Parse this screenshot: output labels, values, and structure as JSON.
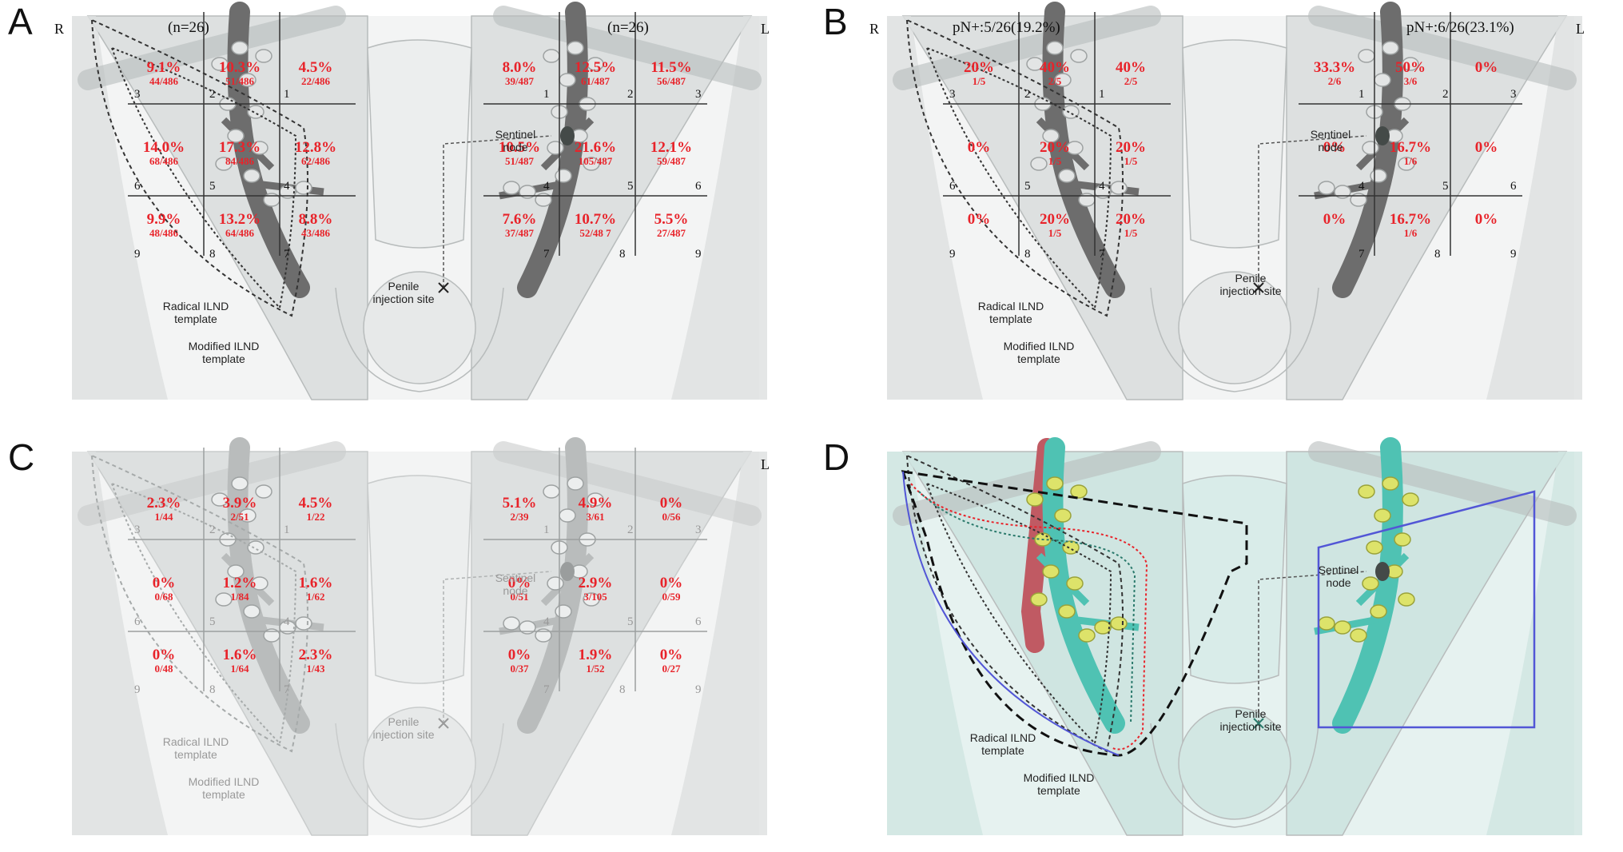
{
  "panels": [
    {
      "label": "A",
      "side_right": "R",
      "side_left": "L",
      "right_header": "(n=26)",
      "left_header": "(n=26)",
      "right_cells": [
        {
          "zone": "3",
          "pct": "9.1%",
          "ratio": "44/486"
        },
        {
          "zone": "2",
          "pct": "10.3%",
          "ratio": "51/486"
        },
        {
          "zone": "1",
          "pct": "4.5%",
          "ratio": "22/486"
        },
        {
          "zone": "6",
          "pct": "14.0%",
          "ratio": "68/486"
        },
        {
          "zone": "5",
          "pct": "17.3%",
          "ratio": "84/486"
        },
        {
          "zone": "4",
          "pct": "12.8%",
          "ratio": "62/486"
        },
        {
          "zone": "9",
          "pct": "9.9%",
          "ratio": "48/486"
        },
        {
          "zone": "8",
          "pct": "13.2%",
          "ratio": "64/486"
        },
        {
          "zone": "7",
          "pct": "8.8%",
          "ratio": "43/486"
        }
      ],
      "left_cells": [
        {
          "zone": "1",
          "pct": "8.0%",
          "ratio": "39/487"
        },
        {
          "zone": "2",
          "pct": "12.5%",
          "ratio": "61/487"
        },
        {
          "zone": "3",
          "pct": "11.5%",
          "ratio": "56/487"
        },
        {
          "zone": "4",
          "pct": "10.5%",
          "ratio": "51/487"
        },
        {
          "zone": "5",
          "pct": "21.6%",
          "ratio": "105/487"
        },
        {
          "zone": "6",
          "pct": "12.1%",
          "ratio": "59/487"
        },
        {
          "zone": "7",
          "pct": "7.6%",
          "ratio": "37/487"
        },
        {
          "zone": "8",
          "pct": "10.7%",
          "ratio": "52/48 7"
        },
        {
          "zone": "9",
          "pct": "5.5%",
          "ratio": "27/487"
        }
      ]
    },
    {
      "label": "B",
      "side_right": "R",
      "side_left": "L",
      "right_header": "pN+:5/26(19.2%)",
      "left_header": "pN+:6/26(23.1%)",
      "right_cells": [
        {
          "zone": "3",
          "pct": "20%",
          "ratio": "1/5"
        },
        {
          "zone": "2",
          "pct": "40%",
          "ratio": "2/5"
        },
        {
          "zone": "1",
          "pct": "40%",
          "ratio": "2/5"
        },
        {
          "zone": "6",
          "pct": "0%",
          "ratio": ""
        },
        {
          "zone": "5",
          "pct": "20%",
          "ratio": "1/5"
        },
        {
          "zone": "4",
          "pct": "20%",
          "ratio": "1/5"
        },
        {
          "zone": "9",
          "pct": "0%",
          "ratio": ""
        },
        {
          "zone": "8",
          "pct": "20%",
          "ratio": "1/5"
        },
        {
          "zone": "7",
          "pct": "20%",
          "ratio": "1/5"
        }
      ],
      "left_cells": [
        {
          "zone": "1",
          "pct": "33.3%",
          "ratio": "2/6"
        },
        {
          "zone": "2",
          "pct": "50%",
          "ratio": "3/6"
        },
        {
          "zone": "3",
          "pct": "0%",
          "ratio": ""
        },
        {
          "zone": "4",
          "pct": "0%",
          "ratio": ""
        },
        {
          "zone": "5",
          "pct": "16.7%",
          "ratio": "1/6"
        },
        {
          "zone": "6",
          "pct": "0%",
          "ratio": ""
        },
        {
          "zone": "7",
          "pct": "0%",
          "ratio": ""
        },
        {
          "zone": "8",
          "pct": "16.7%",
          "ratio": "1/6"
        },
        {
          "zone": "9",
          "pct": "0%",
          "ratio": ""
        }
      ]
    },
    {
      "label": "C",
      "side_right": "",
      "side_left": "L",
      "right_header": "",
      "left_header": "",
      "right_cells": [
        {
          "zone": "3",
          "pct": "2.3%",
          "ratio": "1/44"
        },
        {
          "zone": "2",
          "pct": "3.9%",
          "ratio": "2/51"
        },
        {
          "zone": "1",
          "pct": "4.5%",
          "ratio": "1/22"
        },
        {
          "zone": "6",
          "pct": "0%",
          "ratio": "0/68"
        },
        {
          "zone": "5",
          "pct": "1.2%",
          "ratio": "1/84"
        },
        {
          "zone": "4",
          "pct": "1.6%",
          "ratio": "1/62"
        },
        {
          "zone": "9",
          "pct": "0%",
          "ratio": "0/48"
        },
        {
          "zone": "8",
          "pct": "1.6%",
          "ratio": "1/64"
        },
        {
          "zone": "7",
          "pct": "2.3%",
          "ratio": "1/43"
        }
      ],
      "left_cells": [
        {
          "zone": "1",
          "pct": "5.1%",
          "ratio": "2/39"
        },
        {
          "zone": "2",
          "pct": "4.9%",
          "ratio": "3/61"
        },
        {
          "zone": "3",
          "pct": "0%",
          "ratio": "0/56"
        },
        {
          "zone": "4",
          "pct": "0%",
          "ratio": "0/51"
        },
        {
          "zone": "5",
          "pct": "2.9%",
          "ratio": "3/105"
        },
        {
          "zone": "6",
          "pct": "0%",
          "ratio": "0/59"
        },
        {
          "zone": "7",
          "pct": "0%",
          "ratio": "0/37"
        },
        {
          "zone": "8",
          "pct": "1.9%",
          "ratio": "1/52"
        },
        {
          "zone": "9",
          "pct": "0%",
          "ratio": "0/27"
        }
      ]
    },
    {
      "label": "D",
      "side_right": "",
      "side_left": "",
      "right_header": "",
      "left_header": "",
      "right_cells": [],
      "left_cells": []
    }
  ],
  "annotations": {
    "radical": "Radical ILND template",
    "modified": "Modified ILND template",
    "penile": "Penile injection site",
    "sentinel": "Sentinel node"
  },
  "colors": {
    "body": "#dde0e0",
    "vessel": "#6d6d6d",
    "highlight_red": "#e8232a",
    "panel_d_body": "#cfe5e1",
    "panel_d_artery": "#c05a63",
    "panel_d_vein": "#4fc2b3",
    "panel_d_node": "#dde36a",
    "panel_d_box": "#5256d6"
  }
}
